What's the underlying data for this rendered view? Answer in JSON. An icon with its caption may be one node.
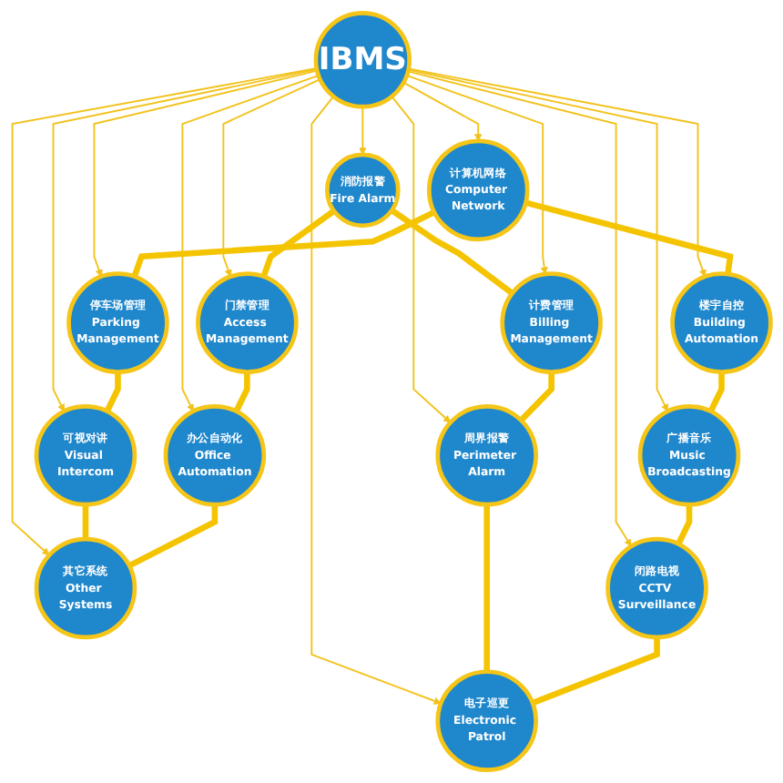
{
  "diagram": {
    "nodes": [
      {
        "text": [
          "IBMS"
        ]
      },
      {
        "text": [
          "计算机网络",
          "Computer Network"
        ]
      },
      {
        "text": [
          "停车场管理",
          "Parking Management"
        ]
      },
      {
        "text": [
          "可视对讲",
          "Visual Intercom"
        ]
      },
      {
        "text": [
          "其它系统",
          "Other Systems"
        ]
      },
      {
        "text": [
          "办公自动化",
          "Office Automation"
        ]
      },
      {
        "text": [
          "门禁管理",
          "Access Management"
        ]
      },
      {
        "text": [
          "消防报警",
          "Fire Alarm"
        ]
      },
      {
        "text": [
          "计费管理",
          "Billing Management"
        ]
      },
      {
        "text": [
          "周界报警",
          "Perimeter Alarm"
        ]
      },
      {
        "text": [
          "电子巡更",
          "Electronic Patrol"
        ]
      },
      {
        "text": [
          "闭路电视",
          "CCTV Surveillance"
        ]
      },
      {
        "text": [
          "广播音乐",
          "Music Broadcasting"
        ]
      },
      {
        "text": [
          "楼宇自控",
          "Building Automation"
        ]
      }
    ],
    "edges": [
      {
        "from": 0,
        "to": 1,
        "arrow": "to",
        "color": "#f2c21b"
      },
      {
        "from": 0,
        "to": 2,
        "arrow": "to",
        "color": "#f2c21b"
      },
      {
        "from": 0,
        "to": 3,
        "arrow": "to",
        "color": "#f2c21b"
      },
      {
        "from": 0,
        "to": 4,
        "arrow": "to",
        "color": "#f2c21b"
      },
      {
        "from": 0,
        "to": 5,
        "arrow": "to",
        "color": "#f2c21b"
      },
      {
        "from": 0,
        "to": 6,
        "arrow": "to",
        "color": "#f2c21b"
      },
      {
        "from": 0,
        "to": 7,
        "arrow": "to",
        "color": "#f2c21b"
      },
      {
        "from": 0,
        "to": 8,
        "arrow": "to",
        "color": "#f2c21b"
      },
      {
        "from": 0,
        "to": 9,
        "arrow": "to",
        "color": "#f2c21b"
      },
      {
        "from": 0,
        "to": 10,
        "arrow": "to",
        "color": "#f2c21b"
      },
      {
        "from": 0,
        "to": 11,
        "arrow": "to",
        "color": "#f2c21b"
      },
      {
        "from": 0,
        "to": 12,
        "arrow": "to",
        "color": "#f2c21b"
      },
      {
        "from": 0,
        "to": 13,
        "arrow": "to",
        "color": "#f2c21b"
      },
      {
        "from": 1,
        "to": 13,
        "arrow": "none",
        "style": "thick",
        "color": "#f5c400"
      },
      {
        "from": 1,
        "to": 2,
        "arrow": "none",
        "style": "thick",
        "color": "#f5c400"
      },
      {
        "from": 2,
        "to": 3,
        "arrow": "none",
        "style": "thick",
        "color": "#f5c400"
      },
      {
        "from": 3,
        "to": 4,
        "arrow": "none",
        "style": "thick",
        "color": "#f5c400"
      },
      {
        "from": 5,
        "to": 4,
        "arrow": "none",
        "style": "thick",
        "color": "#f5c400"
      },
      {
        "from": 6,
        "to": 5,
        "arrow": "none",
        "style": "thick",
        "color": "#f5c400"
      },
      {
        "from": 7,
        "to": 6,
        "arrow": "none",
        "style": "thick",
        "color": "#f5c400"
      },
      {
        "from": 7,
        "to": 8,
        "arrow": "none",
        "style": "thick",
        "color": "#f5c400"
      },
      {
        "from": 8,
        "to": 9,
        "arrow": "none",
        "style": "thick",
        "color": "#f5c400"
      },
      {
        "from": 9,
        "to": 10,
        "arrow": "none",
        "style": "thick",
        "color": "#f5c400"
      },
      {
        "from": 11,
        "to": 10,
        "arrow": "none",
        "style": "thick",
        "color": "#f5c400"
      },
      {
        "from": 12,
        "to": 11,
        "arrow": "none",
        "style": "thick",
        "color": "#f5c400"
      },
      {
        "from": 13,
        "to": 12,
        "arrow": "none",
        "style": "thick",
        "color": "#f5c400"
      }
    ]
  }
}
